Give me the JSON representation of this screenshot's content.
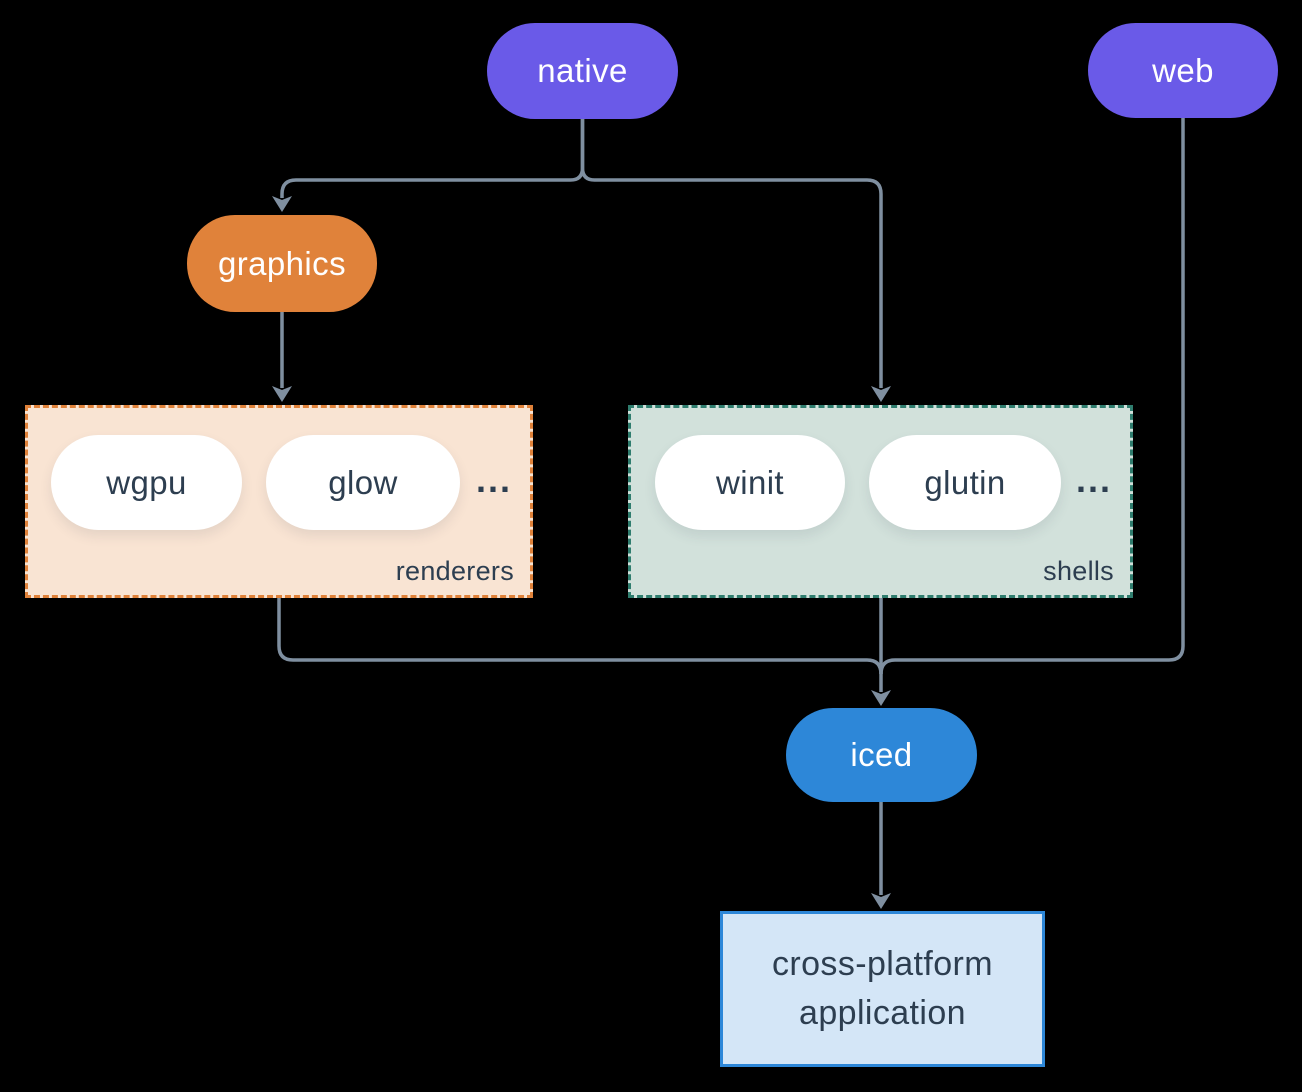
{
  "nodes": {
    "native": "native",
    "web": "web",
    "graphics": "graphics",
    "iced": "iced",
    "wgpu": "wgpu",
    "glow": "glow",
    "winit": "winit",
    "glutin": "glutin",
    "app_line1": "cross-platform",
    "app_line2": "application"
  },
  "groups": {
    "renderers": {
      "label": "renderers",
      "ellipsis": "..."
    },
    "shells": {
      "label": "shells",
      "ellipsis": "..."
    }
  },
  "edges": [
    {
      "from": "native",
      "to": "graphics"
    },
    {
      "from": "native",
      "to": "shells"
    },
    {
      "from": "graphics",
      "to": "renderers"
    },
    {
      "from": "renderers",
      "to": "iced"
    },
    {
      "from": "shells",
      "to": "iced"
    },
    {
      "from": "web",
      "to": "iced"
    },
    {
      "from": "iced",
      "to": "cross-platform application"
    }
  ],
  "colors": {
    "background": "#000000",
    "platform_pill": "#6A5AE8",
    "graphics_pill": "#E0823A",
    "iced_pill": "#2D87D8",
    "renderers_fill": "#F9E4D3",
    "renderers_border": "#E0823A",
    "shells_fill": "#D2E1DB",
    "shells_border": "#2F7D6E",
    "app_fill": "#D4E6F7",
    "app_border": "#2D87D8",
    "edge_line": "#7F8FA0",
    "dark_text": "#2D3E50",
    "pill_text": "#FFFFFF"
  }
}
